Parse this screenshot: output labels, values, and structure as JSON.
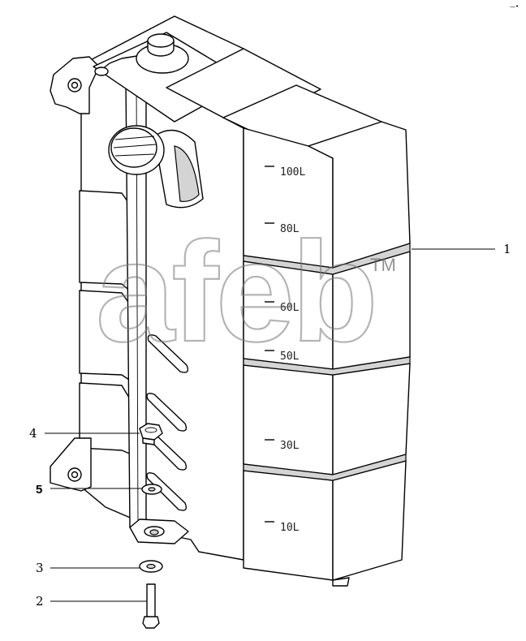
{
  "corner_mark": "—•",
  "watermark": {
    "text": "afeb",
    "trademark": "TM"
  },
  "tank_levels": [
    "100L",
    "80L",
    "60L",
    "50L",
    "30L",
    "10L"
  ],
  "callouts": [
    {
      "number": "1",
      "part": "tank-body"
    },
    {
      "number": "4",
      "part": "nut"
    },
    {
      "number": "5",
      "part": "washer-upper"
    },
    {
      "number": "3",
      "part": "washer-lower"
    },
    {
      "number": "2",
      "part": "bolt"
    }
  ]
}
